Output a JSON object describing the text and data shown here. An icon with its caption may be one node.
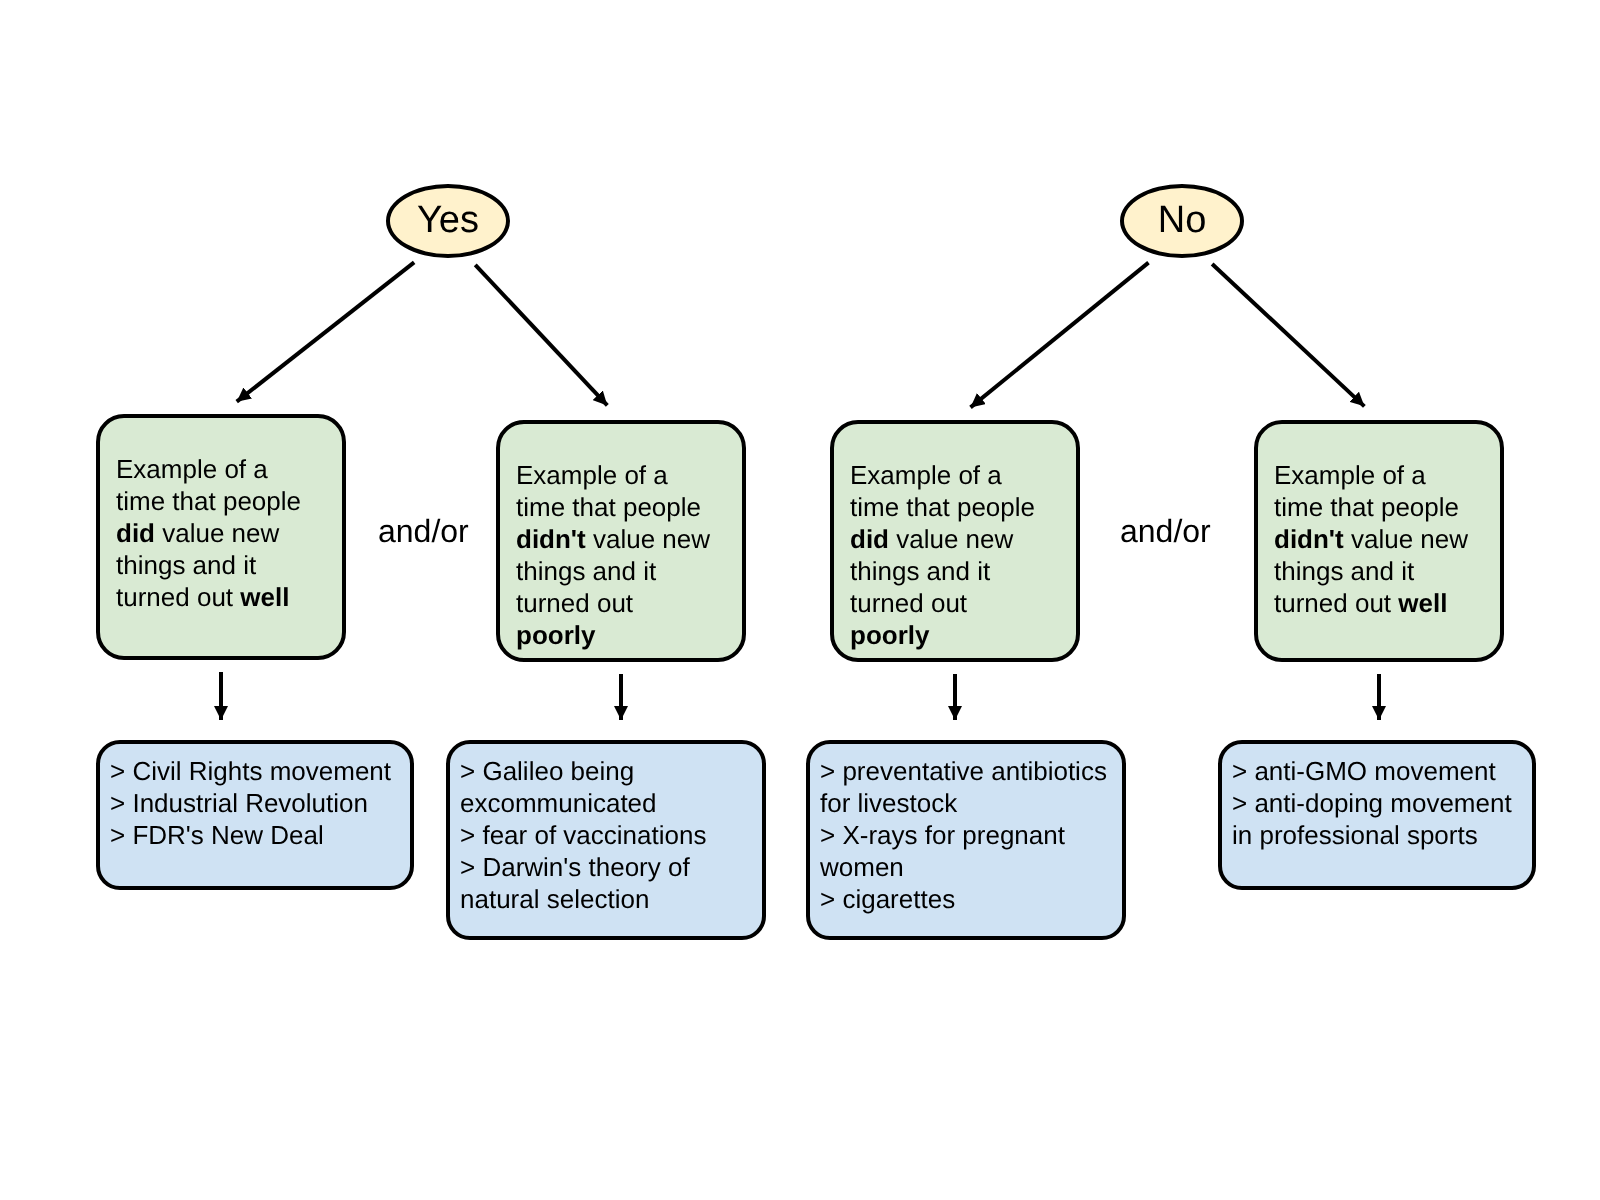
{
  "diagram": {
    "nodes": [
      {
        "text": [
          "Yes"
        ]
      },
      {
        "text": [
          "No"
        ]
      },
      {
        "text": [
          "Example of a time that people **did** value new things and it turned out **well**"
        ]
      },
      {
        "text": [
          "Example of a time that people **didn't** value new things and it turned out **poorly**"
        ]
      },
      {
        "text": [
          "Example of a time that people **did** value new things and it turned out **poorly**"
        ]
      },
      {
        "text": [
          "Example of a time that people **didn't** value new things and it turned out **well**"
        ]
      },
      {
        "text": [
          "> Civil Rights movement",
          "> Industrial Revolution",
          "> FDR's New Deal"
        ]
      },
      {
        "text": [
          "> Galileo being excommunicated",
          "> fear of vaccinations",
          "> Darwin's theory of natural selection"
        ]
      },
      {
        "text": [
          "> preventative antibiotics for livestock",
          "> X-rays for pregnant women",
          "> cigarettes"
        ]
      },
      {
        "text": [
          "> anti-GMO movement",
          "> anti-doping movement in professional sports"
        ]
      }
    ],
    "edges": [
      {
        "from": 0,
        "to": 2,
        "arrow": "to"
      },
      {
        "from": 0,
        "to": 3,
        "arrow": "to"
      },
      {
        "from": 1,
        "to": 4,
        "arrow": "to"
      },
      {
        "from": 1,
        "to": 5,
        "arrow": "to"
      },
      {
        "from": 2,
        "to": 6,
        "arrow": "to"
      },
      {
        "from": 3,
        "to": 7,
        "arrow": "to"
      },
      {
        "from": 4,
        "to": 8,
        "arrow": "to"
      },
      {
        "from": 5,
        "to": 9,
        "arrow": "to"
      }
    ],
    "labels": [
      "and/or",
      "and/or"
    ]
  }
}
